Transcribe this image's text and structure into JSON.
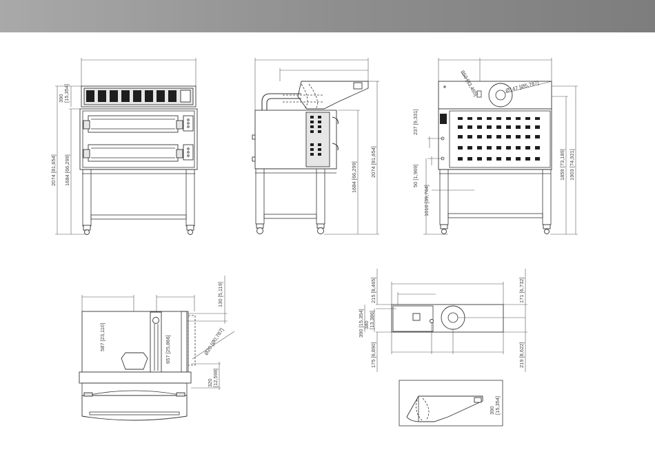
{
  "front_view": {
    "dim_overall_height": "2074 [81,654]",
    "dim_top_height": "390\n[15,354]",
    "dim_oven_height": "1684 [66,299]"
  },
  "side_view": {
    "dim_oven_height": "1684 [66,299]",
    "dim_overall_height": "2074 [81,654]"
  },
  "rear_view": {
    "dim_flue_height": "850 [33,465]",
    "dim_flue_diameter": "Ø147 [Ø5,787]",
    "dim_top_left": "237 [9,331]",
    "dim_left_lower": "50 [1,969]",
    "dim_base_height": "1010 [39,764]",
    "dim_right_inner": "1859 [73,189]",
    "dim_right_outer": "1903 [74,921]"
  },
  "top_view": {
    "dim_depth_left": "587 [23,110]",
    "dim_depth_center": "657 [25,866]",
    "dim_right_top": "130 [5,119]",
    "dim_hole_diameter": "Ø20 [Ø0,787]",
    "dim_right_bottom": "320\n[12,598]"
  },
  "hood_plan_view": {
    "dim_top_left": "215 [8,465]",
    "dim_left_outer": "390 [15,354]",
    "dim_left_inner": "340\n[13,386]",
    "dim_bottom_left": "175 [6,890]",
    "dim_right_top": "171 [6,732]",
    "dim_right_bottom": "219 [8,622]"
  },
  "hood_side_view": {
    "dim_height": "390\n[15,354]"
  }
}
